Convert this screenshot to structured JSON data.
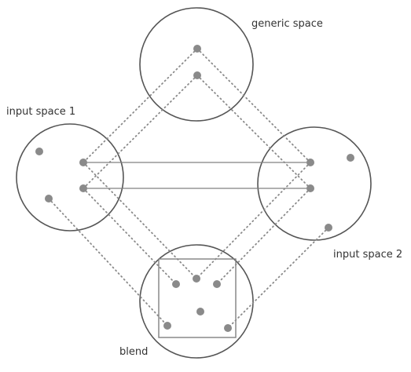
{
  "labels": {
    "generic": "generic space",
    "input1": "input space 1",
    "input2": "input space 2",
    "blend": "blend"
  },
  "colors": {
    "circle_stroke": "#555555",
    "line": "#808080",
    "dot": "#8a8a8a",
    "text": "#333333"
  }
}
